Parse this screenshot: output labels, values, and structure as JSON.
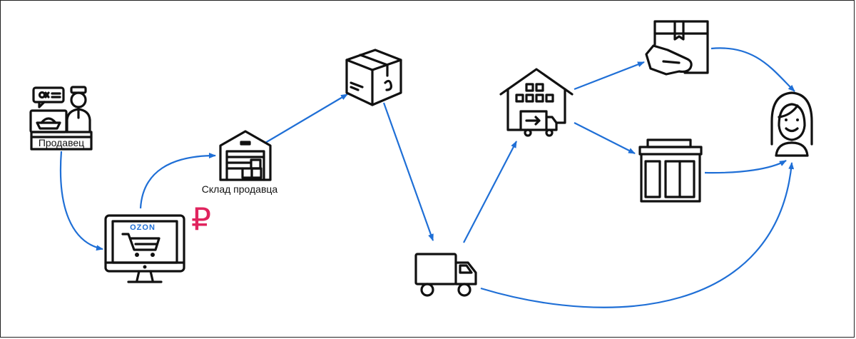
{
  "nodes": {
    "seller": {
      "label": "Продавец"
    },
    "marketplace": {
      "brand": "OZON",
      "currency_symbol": "₽"
    },
    "seller_warehouse": {
      "label": "Склад продавца"
    }
  },
  "colors": {
    "arrow": "#1f6fd6",
    "icon": "#111111",
    "brand": "#1f6fd6",
    "currency": "#e0245e"
  }
}
